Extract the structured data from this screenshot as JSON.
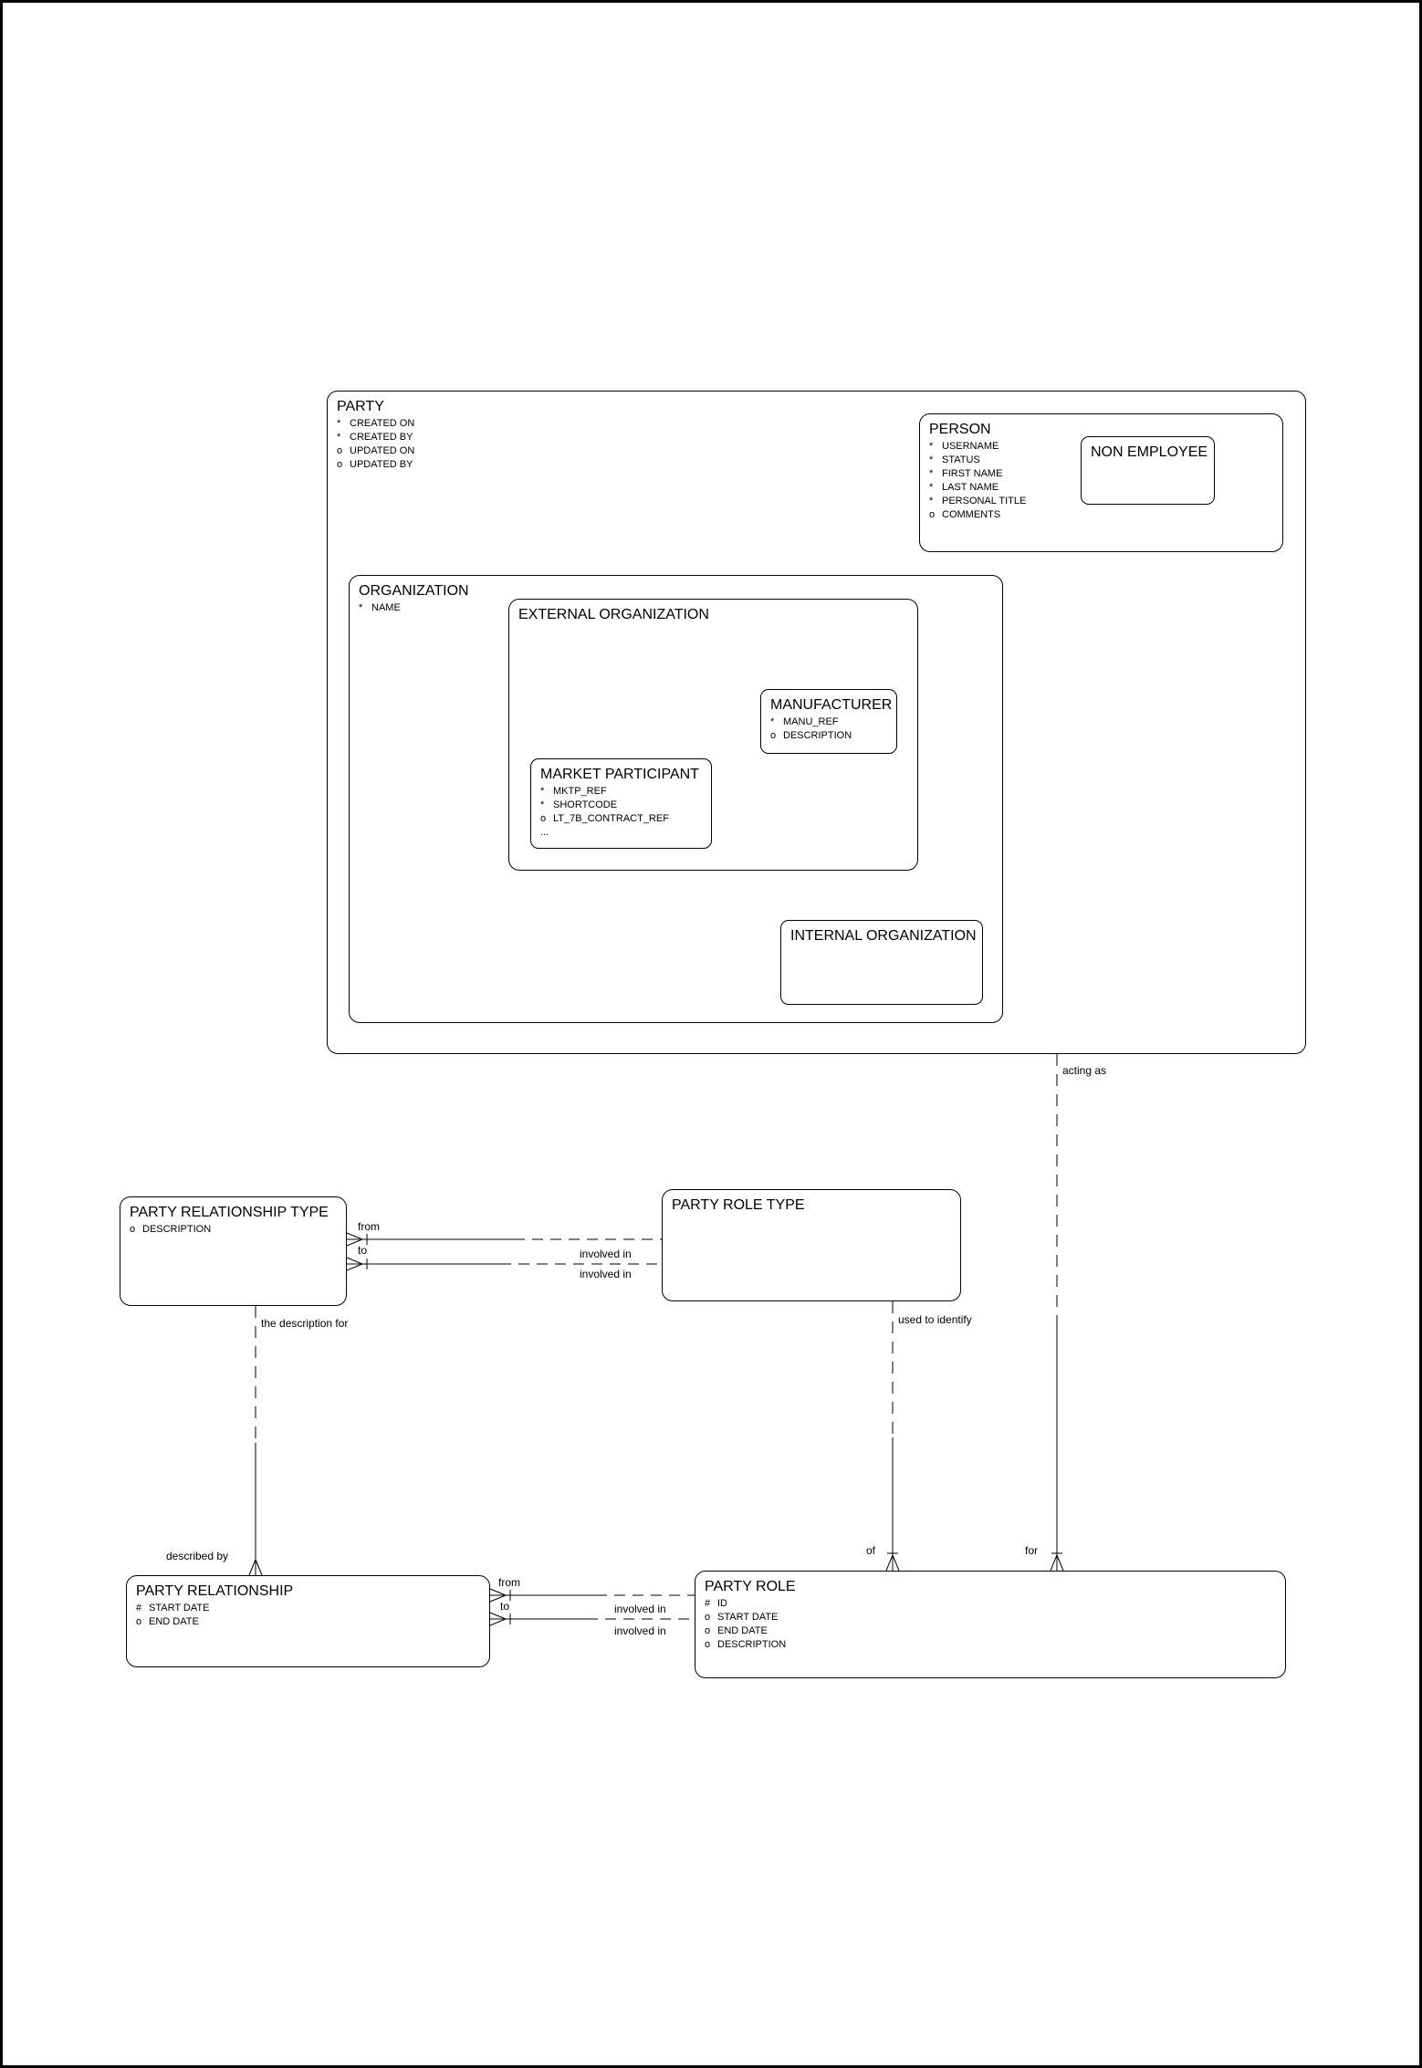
{
  "entities": {
    "party": {
      "title": "PARTY",
      "attrs": [
        {
          "p": "*",
          "n": "CREATED ON"
        },
        {
          "p": "*",
          "n": "CREATED BY"
        },
        {
          "p": "o",
          "n": "UPDATED ON"
        },
        {
          "p": "o",
          "n": "UPDATED BY"
        }
      ]
    },
    "person": {
      "title": "PERSON",
      "attrs": [
        {
          "p": "*",
          "n": "USERNAME"
        },
        {
          "p": "*",
          "n": "STATUS"
        },
        {
          "p": "*",
          "n": "FIRST NAME"
        },
        {
          "p": "*",
          "n": "LAST NAME"
        },
        {
          "p": "*",
          "n": "PERSONAL TITLE"
        },
        {
          "p": "o",
          "n": "COMMENTS"
        }
      ]
    },
    "non_employee": {
      "title": "NON EMPLOYEE"
    },
    "organization": {
      "title": "ORGANIZATION",
      "attrs": [
        {
          "p": "*",
          "n": "NAME"
        }
      ]
    },
    "external_organization": {
      "title": "EXTERNAL ORGANIZATION"
    },
    "manufacturer": {
      "title": "MANUFACTURER",
      "attrs": [
        {
          "p": "*",
          "n": "MANU_REF"
        },
        {
          "p": "o",
          "n": "DESCRIPTION"
        }
      ]
    },
    "market_participant": {
      "title": "MARKET PARTICIPANT",
      "attrs": [
        {
          "p": "*",
          "n": "MKTP_REF"
        },
        {
          "p": "*",
          "n": "SHORTCODE"
        },
        {
          "p": "o",
          "n": "LT_7B_CONTRACT_REF"
        }
      ],
      "more": "..."
    },
    "internal_organization": {
      "title": "INTERNAL ORGANIZATION"
    },
    "party_relationship_type": {
      "title": "PARTY RELATIONSHIP TYPE",
      "attrs": [
        {
          "p": "o",
          "n": "DESCRIPTION"
        }
      ]
    },
    "party_role_type": {
      "title": "PARTY ROLE TYPE"
    },
    "party_relationship": {
      "title": "PARTY RELATIONSHIP",
      "attrs": [
        {
          "p": "#",
          "n": "START DATE"
        },
        {
          "p": "o",
          "n": "END DATE"
        }
      ]
    },
    "party_role": {
      "title": "PARTY ROLE",
      "attrs": [
        {
          "p": "#",
          "n": "ID"
        },
        {
          "p": "o",
          "n": "START DATE"
        },
        {
          "p": "o",
          "n": "END DATE"
        },
        {
          "p": "o",
          "n": "DESCRIPTION"
        }
      ]
    }
  },
  "labels": {
    "acting_as": "acting as",
    "for": "for",
    "of": "of",
    "used_to_identify": "used to identify",
    "description_for": "the description for",
    "described_by": "described by",
    "type_link": {
      "from": "from",
      "to": "to",
      "involved_in_a": "involved in",
      "involved_in_b": "involved in"
    },
    "instance_link": {
      "from": "from",
      "to": "to",
      "involved_in_a": "involved in",
      "involved_in_b": "involved in"
    }
  },
  "colors": {
    "line": "#000000",
    "background": "#ffffff"
  }
}
